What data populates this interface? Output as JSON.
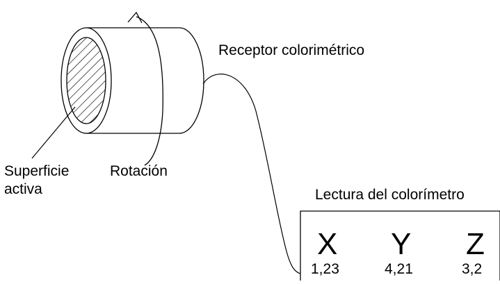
{
  "labels": {
    "receptor": "Receptor colorimétrico",
    "superficie_line1": "Superficie",
    "superficie_line2": "activa",
    "rotacion": "Rotación",
    "lectura": "Lectura del colorímetro"
  },
  "readout": {
    "coords": [
      {
        "name": "X",
        "value": "1,23"
      },
      {
        "name": "Y",
        "value": "4,21"
      },
      {
        "name": "Z",
        "value": "3,2"
      }
    ]
  },
  "icons": [
    "cylinder-receptor",
    "rotation-arrow",
    "hatched-active-surface",
    "cable",
    "readout-display"
  ]
}
